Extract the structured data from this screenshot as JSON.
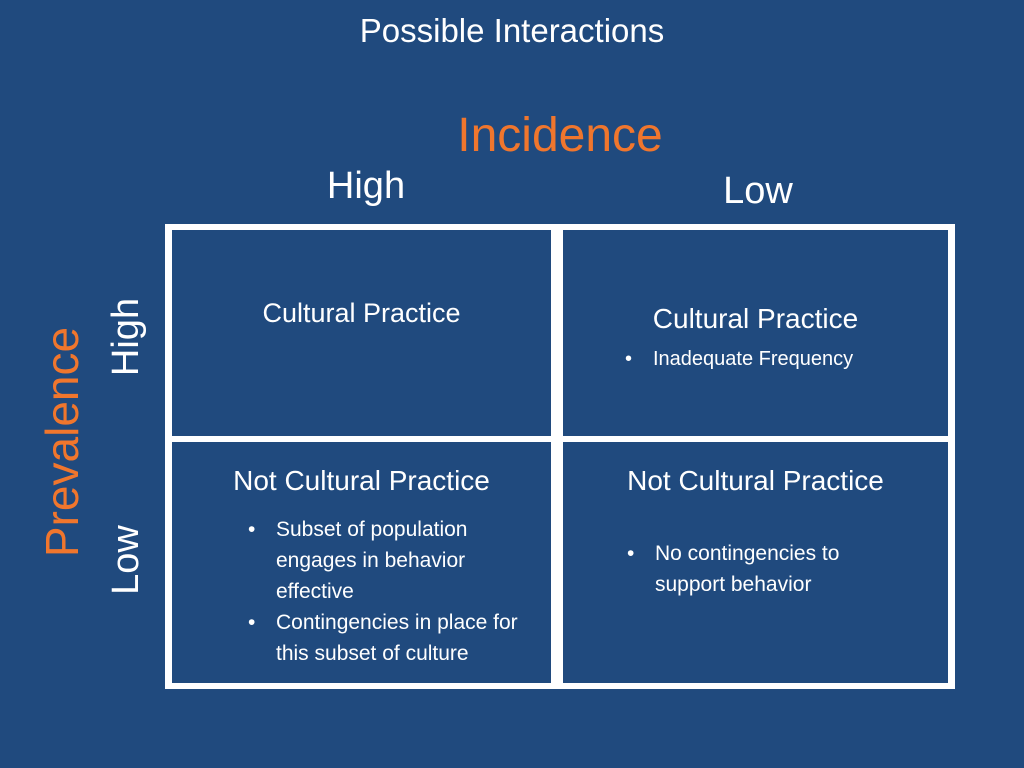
{
  "slide": {
    "title": "Possible Interactions",
    "column_axis_label": "Incidence",
    "row_axis_label": "Prevalence",
    "columns": [
      "High",
      "Low"
    ],
    "rows": [
      "High",
      "Low"
    ]
  },
  "cells": {
    "high_high": {
      "heading": "Cultural Practice",
      "bullets": []
    },
    "high_low": {
      "heading": "Cultural Practice",
      "bullets": [
        "Inadequate Frequency"
      ]
    },
    "low_high": {
      "heading": "Not Cultural Practice",
      "bullets": [
        "Subset of population engages in behavior effective",
        "Contingencies in place for this subset of culture"
      ]
    },
    "low_low": {
      "heading": "Not Cultural Practice",
      "bullets": [
        "No contingencies to support behavior"
      ]
    }
  },
  "bullet_glyph": "•",
  "colors": {
    "background": "#204a7e",
    "accent": "#f0762d",
    "text": "#ffffff",
    "grid_lines": "#ffffff"
  }
}
